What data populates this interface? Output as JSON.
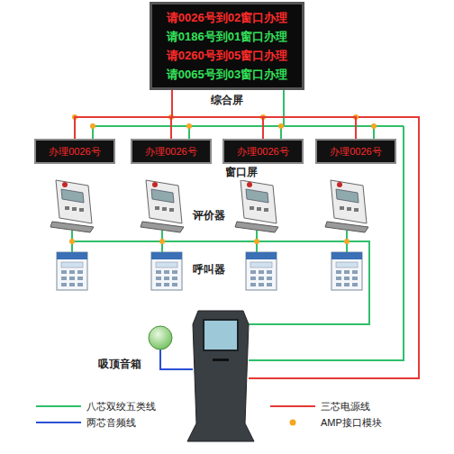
{
  "diagram": {
    "nodes": [
      {
        "text": [
          "请0026号到02窗口办理",
          "请0186号到01窗口办理",
          "请0260号到05窗口办理",
          "请0065号到03窗口办理"
        ]
      },
      {
        "text": [
          "办理0026号"
        ]
      },
      {
        "text": [
          "办理0026号"
        ]
      },
      {
        "text": [
          "办理0026号"
        ]
      },
      {
        "text": [
          "办理0026号"
        ]
      }
    ],
    "edges": [
      {
        "from": 0,
        "to": 1,
        "arrow": "none"
      },
      {
        "from": 0,
        "to": 2,
        "arrow": "none"
      },
      {
        "from": 0,
        "to": 3,
        "arrow": "none"
      },
      {
        "from": 0,
        "to": 4,
        "arrow": "none"
      }
    ],
    "labels": [
      "综合屏",
      "窗口屏",
      "评价器",
      "呼叫器",
      "吸顶音箱"
    ],
    "legend": [
      {
        "text": "八芯双绞五类线"
      },
      {
        "text": "三芯电源线"
      },
      {
        "text": "两芯音频线"
      },
      {
        "text": "AMP接口模块"
      }
    ]
  }
}
